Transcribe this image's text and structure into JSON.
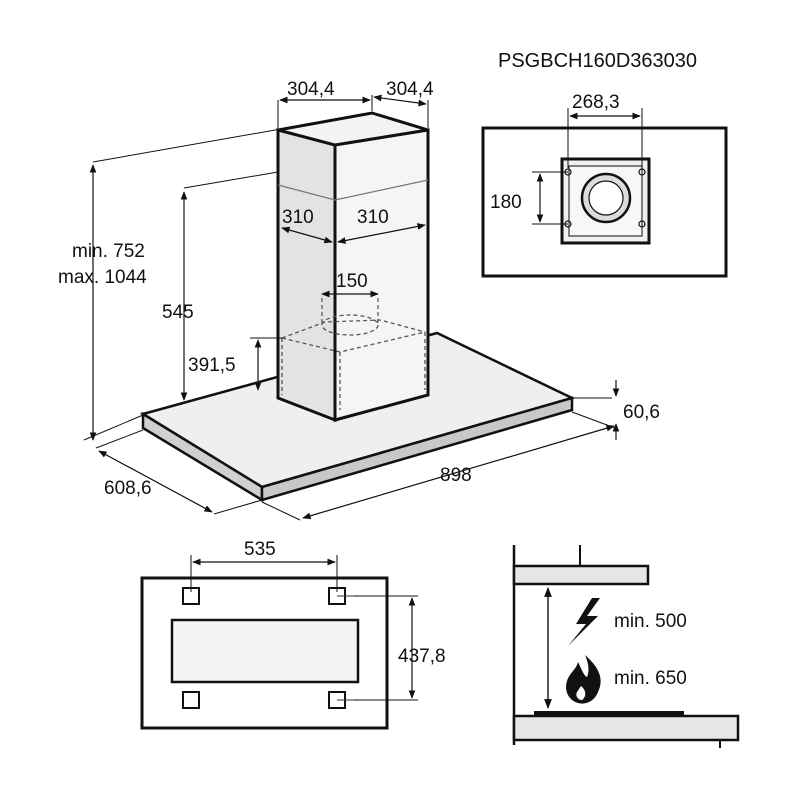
{
  "product_code": "PSGBCH160D363030",
  "dimensions": {
    "chimney_width_left": "304,4",
    "chimney_width_right": "304,4",
    "height_range_min": "min. 752",
    "height_range_max": "max. 1044",
    "inner_width_left": "310",
    "inner_width_right": "310",
    "duct_diameter": "150",
    "height_545": "545",
    "height_391": "391,5",
    "depth": "608,6",
    "width": "898",
    "thickness": "60,6",
    "ceiling_width": "268,3",
    "ceiling_height": "180",
    "mount_hole_spacing": "535",
    "mount_depth": "437,8"
  },
  "clearance": {
    "electric_label": "min. 500",
    "gas_label": "min. 650"
  },
  "icons": {
    "electric": "lightning-icon",
    "gas": "flame-icon"
  }
}
